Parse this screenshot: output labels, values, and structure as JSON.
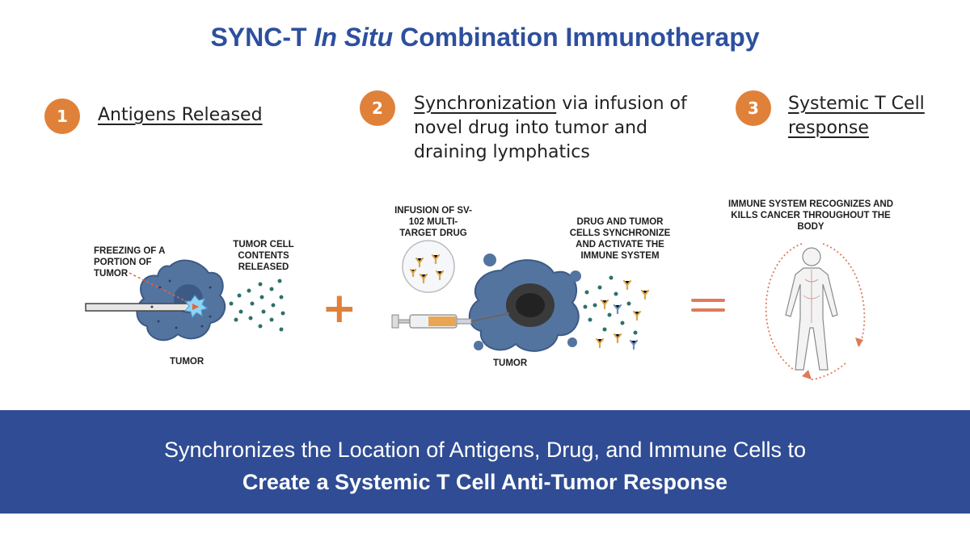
{
  "title": {
    "part1": "SYNC-T ",
    "italic": "In Situ",
    "part2": " Combination Immunotherapy"
  },
  "steps": [
    {
      "num": "1",
      "underlined": "Antigens Released",
      "rest": ""
    },
    {
      "num": "2",
      "underlined": "Synchronization",
      "rest": " via infusion of novel drug into tumor and draining lymphatics"
    },
    {
      "num": "3",
      "underlined": "Systemic T Cell response",
      "rest": ""
    }
  ],
  "panel1": {
    "freezing_label": "FREEZING OF A PORTION OF TUMOR",
    "contents_label": "TUMOR CELL CONTENTS RELEASED",
    "tumor_label": "TUMOR"
  },
  "panel2": {
    "infusion_label": "INFUSION OF SV-102 MULTI-TARGET DRUG",
    "sync_label": "DRUG AND TUMOR CELLS SYNCHRONIZE AND ACTIVATE THE IMMUNE SYSTEM",
    "tumor_label": "TUMOR"
  },
  "panel3": {
    "immune_label": "IMMUNE SYSTEM RECOGNIZES AND KILLS CANCER THROUGHOUT THE BODY"
  },
  "operators": {
    "plus": "+"
  },
  "banner": {
    "line1": "Synchronizes the Location of Antigens, Drug, and Immune Cells to",
    "line2": "Create a Systemic T Cell Anti-Tumor Response"
  },
  "colors": {
    "title_blue": "#2d4f9e",
    "accent_orange": "#e0813a",
    "banner_blue": "#2f4c94",
    "tumor_blue": "#5474a0",
    "dot_teal": "#2f6f6a"
  }
}
